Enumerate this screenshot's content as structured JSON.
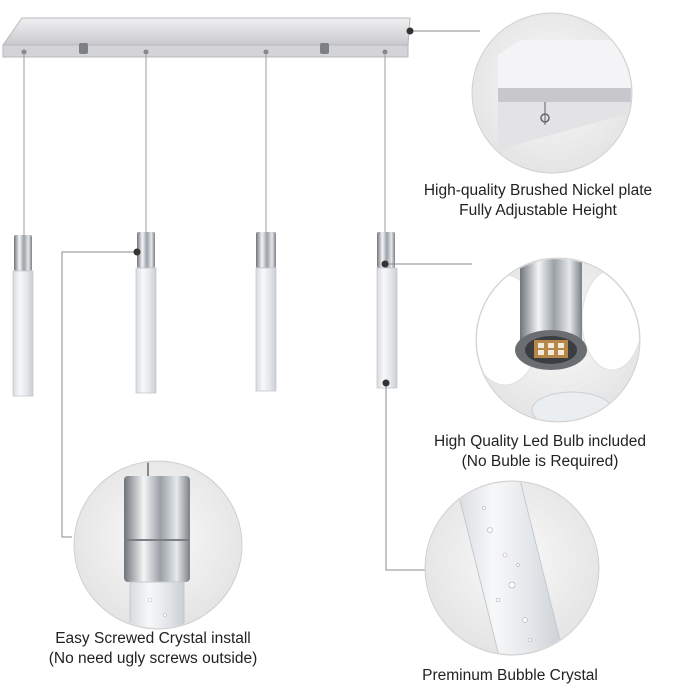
{
  "product": {
    "pendant_count": 4,
    "canopy_color": "#d9d9dc",
    "crystal_color": "#eef0f2",
    "chrome_color": "#b8bcc2"
  },
  "callouts": [
    {
      "id": "plate",
      "icon": "canopy-detail-icon",
      "lines": [
        "High-quality Brushed Nickel plate",
        "Fully Adjustable Height"
      ]
    },
    {
      "id": "bulb",
      "icon": "led-bulb-detail-icon",
      "lines": [
        "High Quality Led Bulb included",
        "(No Buble is Required)"
      ]
    },
    {
      "id": "install",
      "icon": "screwed-crystal-detail-icon",
      "lines": [
        "Easy Screwed Crystal install",
        "(No need ugly screws outside)"
      ]
    },
    {
      "id": "crystal",
      "icon": "bubble-crystal-detail-icon",
      "lines": [
        "Preminum Bubble Crystal"
      ]
    }
  ],
  "colors": {
    "leader_line": "#8a8a8a",
    "marker": "#333333",
    "circle_bg": "#efefef",
    "circle_border": "#d0d0d0"
  }
}
